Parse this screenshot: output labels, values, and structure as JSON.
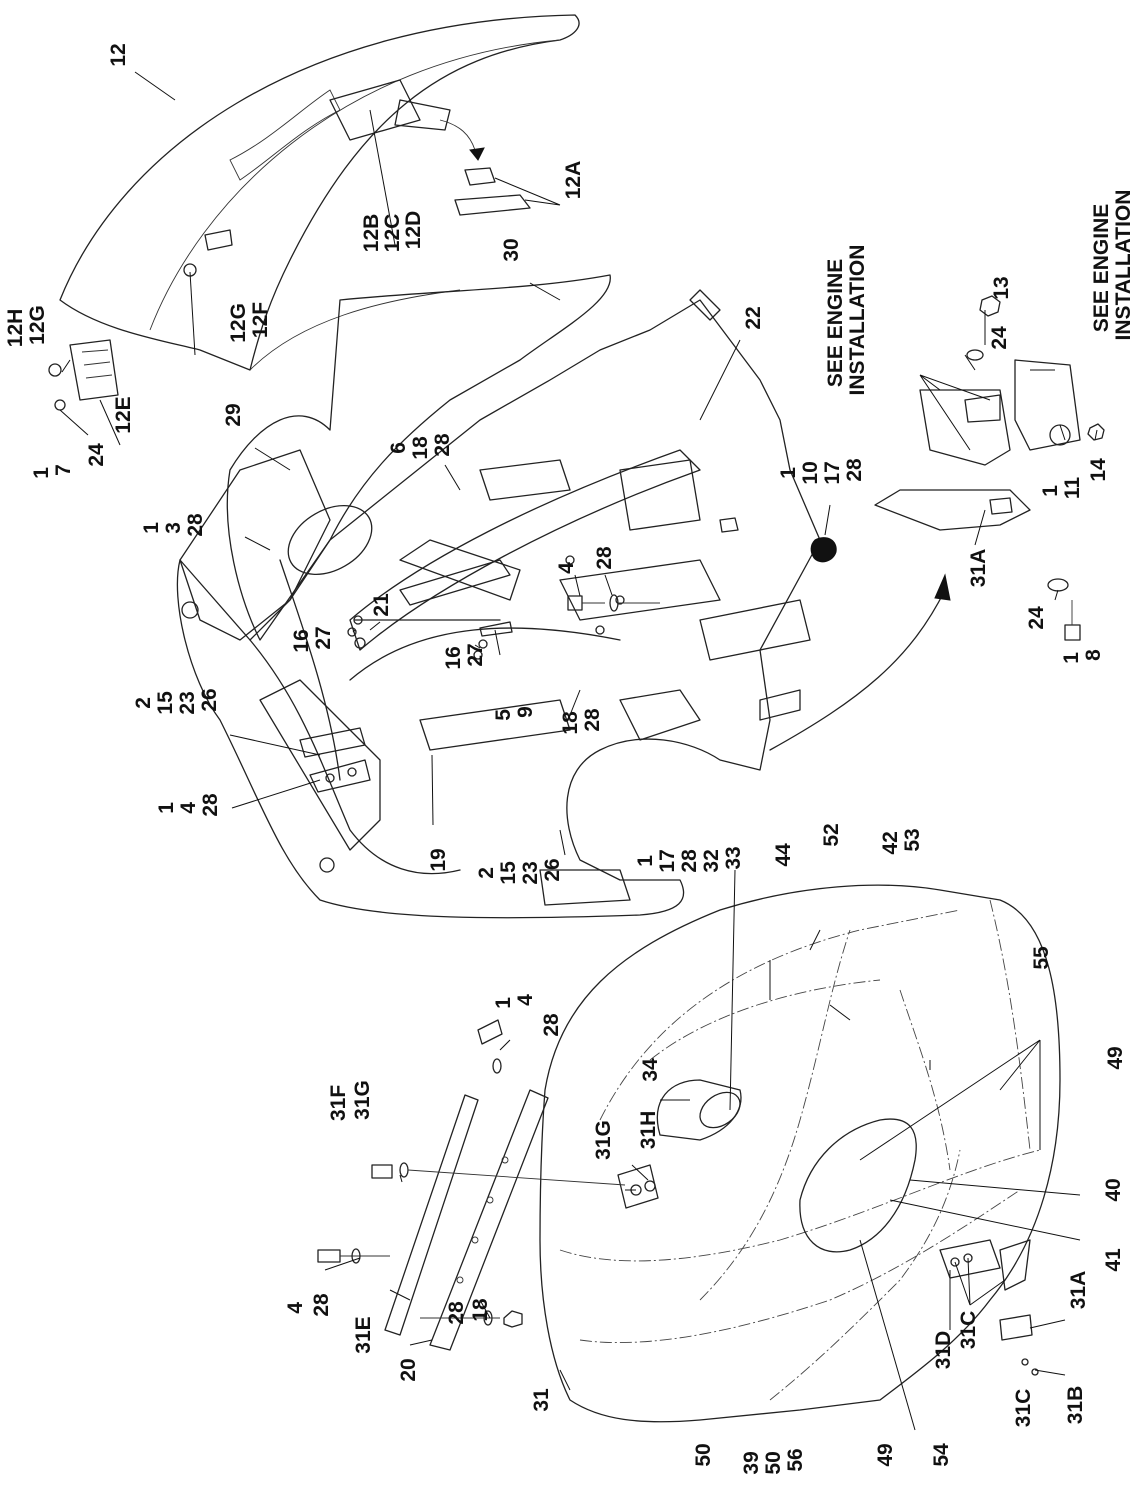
{
  "callouts": [
    {
      "id": "c12",
      "lines": [
        "12"
      ]
    },
    {
      "id": "c12a",
      "lines": [
        "12A"
      ]
    },
    {
      "id": "c12bcd",
      "lines": [
        "12B",
        "12C",
        "12D"
      ]
    },
    {
      "id": "c12hg",
      "lines": [
        "12H",
        "12G"
      ]
    },
    {
      "id": "c12gf",
      "lines": [
        "12G",
        "12F"
      ]
    },
    {
      "id": "c30",
      "lines": [
        "30"
      ]
    },
    {
      "id": "c17",
      "lines": [
        "1",
        "7"
      ]
    },
    {
      "id": "c24a",
      "lines": [
        "24"
      ]
    },
    {
      "id": "c12e",
      "lines": [
        "12E"
      ]
    },
    {
      "id": "c29",
      "lines": [
        "29"
      ]
    },
    {
      "id": "c1328",
      "lines": [
        "1",
        "3",
        "28"
      ]
    },
    {
      "id": "c61828",
      "lines": [
        "6",
        "18",
        "28"
      ]
    },
    {
      "id": "c22",
      "lines": [
        "22"
      ]
    },
    {
      "id": "see1",
      "lines": [
        "SEE ENGINE",
        "INSTALLATION"
      ]
    },
    {
      "id": "see2",
      "lines": [
        "SEE ENGINE",
        "INSTALLATION"
      ]
    },
    {
      "id": "c13",
      "lines": [
        "13"
      ]
    },
    {
      "id": "c24b",
      "lines": [
        "24"
      ]
    },
    {
      "id": "c1101728",
      "lines": [
        "1",
        "10",
        "17",
        "28"
      ]
    },
    {
      "id": "c111",
      "lines": [
        "1",
        "11"
      ]
    },
    {
      "id": "c14",
      "lines": [
        "14"
      ]
    },
    {
      "id": "c31a",
      "lines": [
        "31A"
      ]
    },
    {
      "id": "c24c",
      "lines": [
        "24"
      ]
    },
    {
      "id": "c18",
      "lines": [
        "1",
        "8"
      ]
    },
    {
      "id": "c4",
      "lines": [
        "4"
      ]
    },
    {
      "id": "c28a",
      "lines": [
        "28"
      ]
    },
    {
      "id": "c21",
      "lines": [
        "21"
      ]
    },
    {
      "id": "c1627a",
      "lines": [
        "16",
        "27"
      ]
    },
    {
      "id": "c1627b",
      "lines": [
        "16",
        "27"
      ]
    },
    {
      "id": "c59",
      "lines": [
        "5",
        "9"
      ]
    },
    {
      "id": "c1828",
      "lines": [
        "18",
        "28"
      ]
    },
    {
      "id": "c2152326a",
      "lines": [
        "2",
        "15",
        "23",
        "26"
      ]
    },
    {
      "id": "c1428",
      "lines": [
        "1",
        "4",
        "28"
      ]
    },
    {
      "id": "c19",
      "lines": [
        "19"
      ]
    },
    {
      "id": "c2152326b",
      "lines": [
        "2",
        "15",
        "23",
        "26"
      ]
    },
    {
      "id": "c117283233",
      "lines": [
        "1",
        "17",
        "28",
        "32",
        "33"
      ]
    },
    {
      "id": "c44",
      "lines": [
        "44"
      ]
    },
    {
      "id": "c52",
      "lines": [
        "52"
      ]
    },
    {
      "id": "c4253",
      "lines": [
        "42",
        "53"
      ]
    },
    {
      "id": "c55",
      "lines": [
        "55"
      ]
    },
    {
      "id": "c49a",
      "lines": [
        "49"
      ]
    },
    {
      "id": "c14b",
      "lines": [
        "1",
        "4"
      ]
    },
    {
      "id": "c28b",
      "lines": [
        "28"
      ]
    },
    {
      "id": "c34",
      "lines": [
        "34"
      ]
    },
    {
      "id": "c31fg",
      "lines": [
        "31F",
        "31G"
      ]
    },
    {
      "id": "c31g",
      "lines": [
        "31G"
      ]
    },
    {
      "id": "c31h",
      "lines": [
        "31H"
      ]
    },
    {
      "id": "c40",
      "lines": [
        "40"
      ]
    },
    {
      "id": "c41",
      "lines": [
        "41"
      ]
    },
    {
      "id": "c428",
      "lines": [
        "4",
        "28"
      ]
    },
    {
      "id": "c31e",
      "lines": [
        "31E"
      ]
    },
    {
      "id": "c20",
      "lines": [
        "20"
      ]
    },
    {
      "id": "c2818",
      "lines": [
        "28",
        "18"
      ]
    },
    {
      "id": "c31",
      "lines": [
        "31"
      ]
    },
    {
      "id": "c31d",
      "lines": [
        "31D"
      ]
    },
    {
      "id": "c31c",
      "lines": [
        "31C"
      ]
    },
    {
      "id": "c31a2",
      "lines": [
        "31A"
      ]
    },
    {
      "id": "c31cb",
      "lines": [
        "31C",
        "31B"
      ]
    },
    {
      "id": "c50",
      "lines": [
        "50"
      ]
    },
    {
      "id": "c395056",
      "lines": [
        "39",
        "50",
        "56"
      ]
    },
    {
      "id": "c49b",
      "lines": [
        "49"
      ]
    },
    {
      "id": "c54",
      "lines": [
        "54"
      ]
    }
  ]
}
